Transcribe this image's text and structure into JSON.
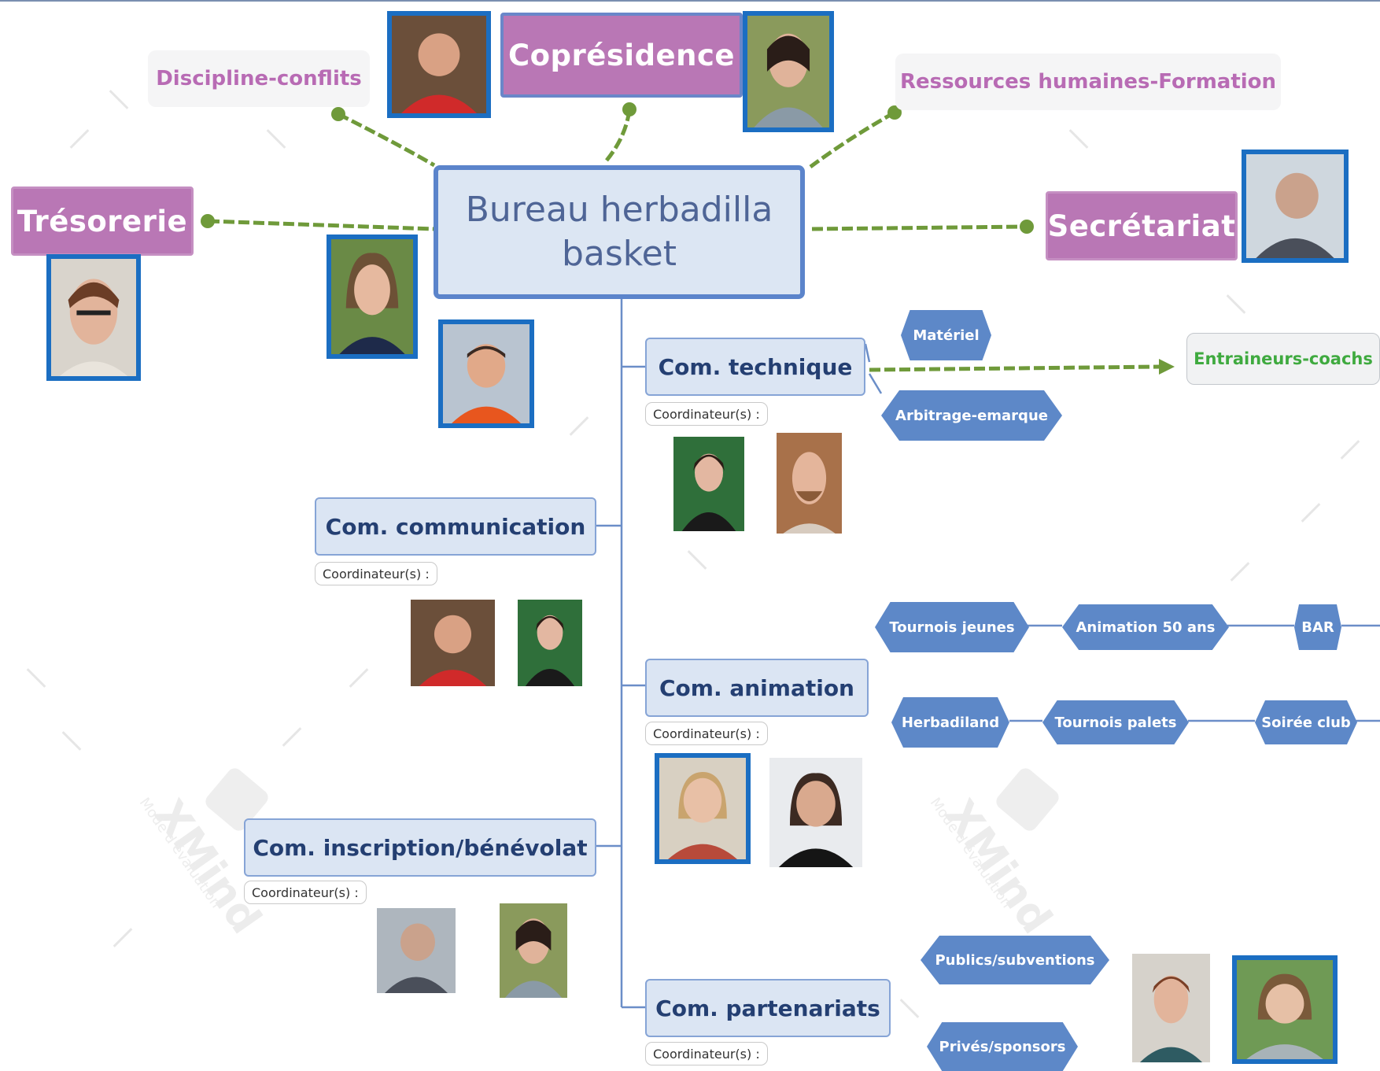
{
  "watermark": {
    "logo_text": "XMind",
    "sub_text": "Mode d'évaluation"
  },
  "central": {
    "line1": "Bureau herbadilla",
    "line2": "basket"
  },
  "top_pills": {
    "discipline": "Discipline-conflits",
    "rh": "Ressources humaines-Formation"
  },
  "roles": {
    "copresidence": "Coprésidence",
    "tresorerie": "Trésorerie",
    "secretariat": "Secrétariat"
  },
  "commissions": [
    {
      "label": "Com. technique",
      "coord": "Coordinateur(s) :"
    },
    {
      "label": "Com. communication",
      "coord": "Coordinateur(s) :"
    },
    {
      "label": "Com. animation",
      "coord": "Coordinateur(s) :"
    },
    {
      "label": "Com.  inscription/bénévolat",
      "coord": "Coordinateur(s) :"
    },
    {
      "label": "Com. partenariats",
      "coord": "Coordinateur(s) :"
    }
  ],
  "technique_tags": {
    "materiel": "Matériel",
    "arbitrage": "Arbitrage-emarque",
    "entraineurs": "Entraineurs-coachs"
  },
  "animation_tags": [
    "Tournois jeunes",
    "Animation 50 ans",
    "BAR",
    "Herbadiland",
    "Tournois palets",
    "Soirée club"
  ],
  "partenariat_tags": [
    "Publics/subventions",
    "Privés/sponsors"
  ],
  "colors": {
    "role_purple": "#b977b5",
    "central_blue": "#5b84cb",
    "tag_blue": "#5d88c8",
    "connector_green": "#6f9a3a",
    "photo_frame": "#1b6ec2"
  }
}
